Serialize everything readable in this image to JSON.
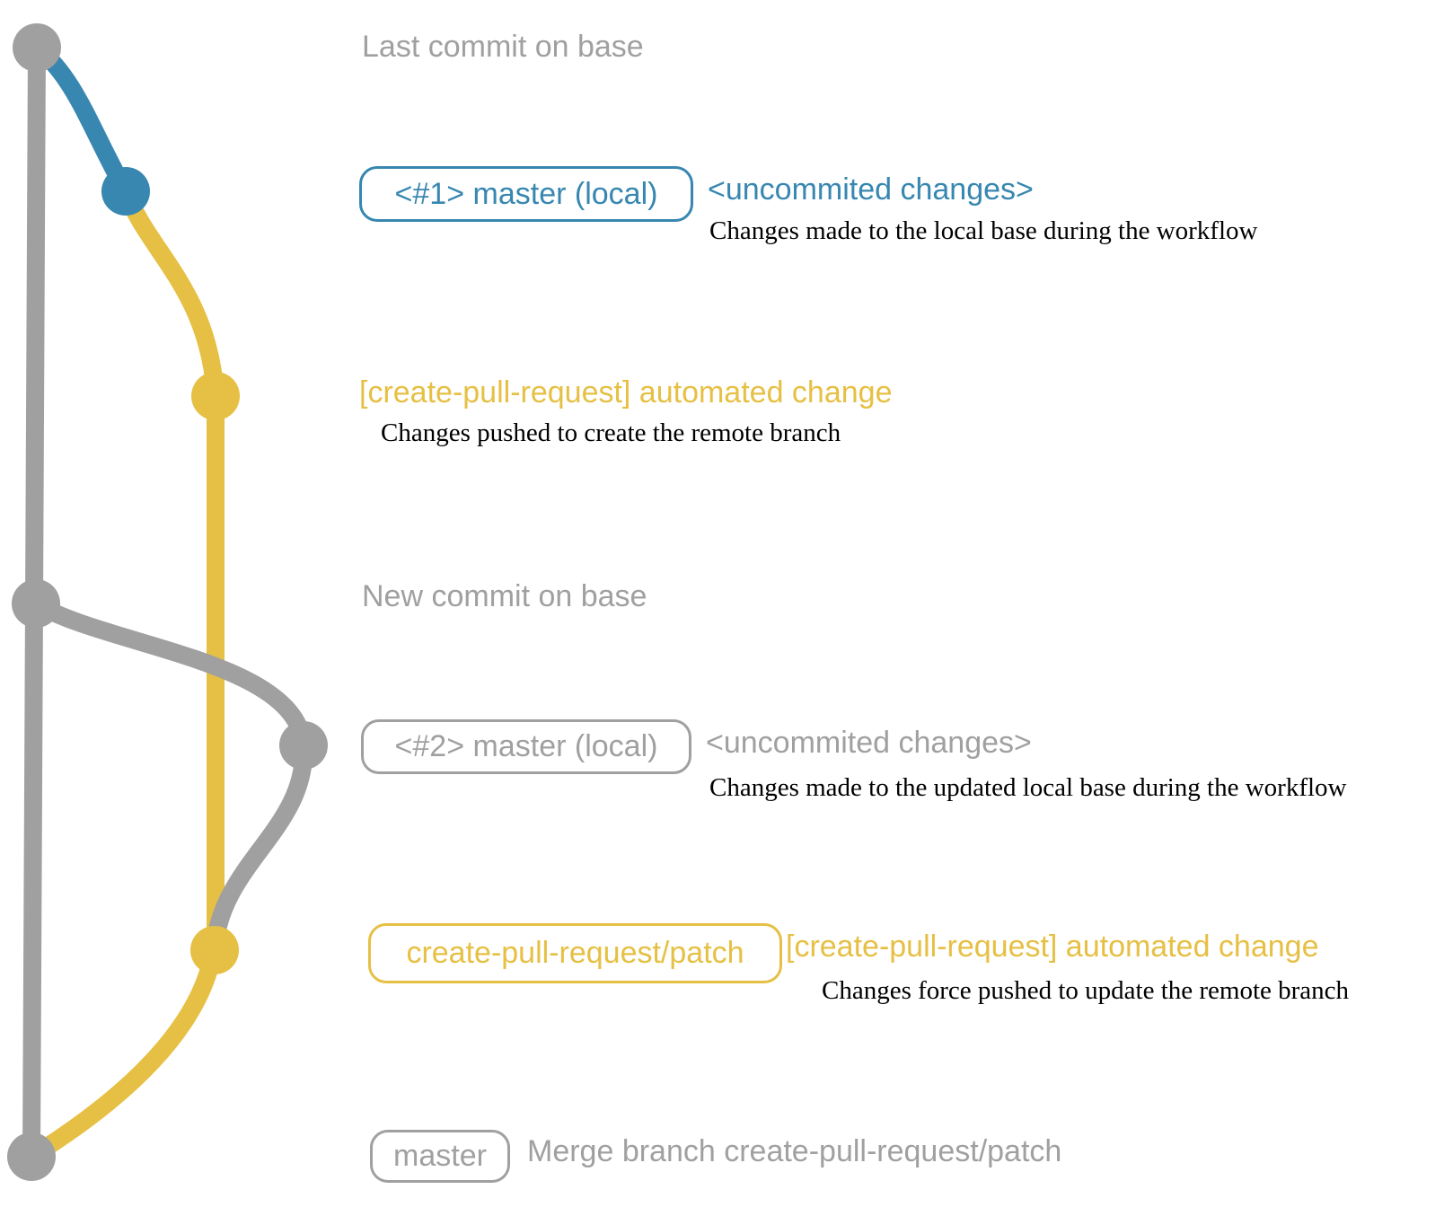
{
  "colors": {
    "gray": "#a0a0a0",
    "blue": "#3787b0",
    "yellow": "#e6c044",
    "ink": "#000000",
    "background": "#ffffff"
  },
  "rows": {
    "row1": {
      "label": "Last commit on base"
    },
    "row2": {
      "badge_label": "<#1> master (local)",
      "commit_message": "<uncommited changes>",
      "description": "Changes made to the local base during the workflow"
    },
    "row3": {
      "commit_message": "[create-pull-request] automated change",
      "description": "Changes pushed to create the remote branch"
    },
    "row4": {
      "label": "New commit on base"
    },
    "row5": {
      "badge_label": "<#2> master (local)",
      "commit_message": "<uncommited changes>",
      "description": "Changes made to the updated local base during the workflow"
    },
    "row6": {
      "badge_label": "create-pull-request/patch",
      "commit_message": "[create-pull-request] automated change",
      "description": "Changes force pushed to update the remote branch"
    },
    "row7": {
      "badge_label": "master",
      "commit_message": "Merge branch create-pull-request/patch"
    }
  },
  "graph": {
    "commits": [
      {
        "id": "last-commit-on-base",
        "color": "gray",
        "annotation": "Last commit on base"
      },
      {
        "id": "uncommited-changes-1",
        "color": "blue",
        "annotation": "<#1> master (local) <uncommited changes>"
      },
      {
        "id": "automated-change-1",
        "color": "yellow",
        "annotation": "[create-pull-request] automated change"
      },
      {
        "id": "new-commit-on-base",
        "color": "gray",
        "annotation": "New commit on base"
      },
      {
        "id": "uncommited-changes-2",
        "color": "gray",
        "annotation": "<#2> master (local) <uncommited changes>"
      },
      {
        "id": "automated-change-2",
        "color": "yellow",
        "annotation": "create-pull-request/patch [create-pull-request] automated change"
      },
      {
        "id": "merge-commit",
        "color": "gray",
        "annotation": "master Merge branch create-pull-request/patch"
      }
    ]
  }
}
